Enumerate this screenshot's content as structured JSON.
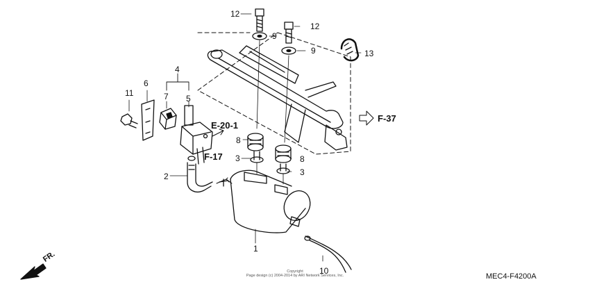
{
  "diagram": {
    "part_labels": {
      "p1": "1",
      "p2": "2",
      "p3a": "3",
      "p3b": "3",
      "p4": "4",
      "p5": "5",
      "p6": "6",
      "p7": "7",
      "p8a": "8",
      "p8b": "8",
      "p9a": "9",
      "p9b": "9",
      "p10": "10",
      "p11": "11",
      "p12a": "12",
      "p12b": "12",
      "p13": "13"
    },
    "refs": {
      "e201": "E-20-1",
      "f17": "F-17",
      "f37": "F-37"
    },
    "direction": "FR.",
    "diagram_code": "MEC4-F4200A",
    "copyright_line1": "Copyright",
    "copyright_line2": "Page design (c) 2004-2014 by ARI Network Services, Inc."
  }
}
